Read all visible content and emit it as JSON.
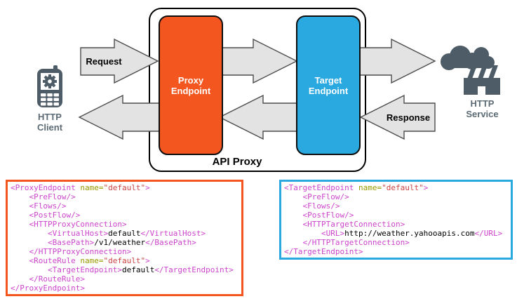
{
  "colors": {
    "proxy_orange": "#F4561F",
    "target_blue": "#29A9E0",
    "arrow_fill": "#E3E3E3",
    "arrow_stroke": "#4C4C4C",
    "icon_gray": "#4D5C66",
    "icon_label_gray": "#5C6B74",
    "code_tag": "#CC44CC",
    "code_attr": "#999900",
    "code_value": "#CC4444",
    "code_text": "#000000"
  },
  "diagram": {
    "api_proxy_label": "API Proxy",
    "proxy_endpoint_label": "Proxy\nEndpoint",
    "target_endpoint_label": "Target\nEndpoint",
    "request_label": "Request",
    "response_label": "Response",
    "http_client_label": "HTTP\nClient",
    "http_service_label": "HTTP\nService",
    "icons": {
      "client": "mobile-phone-gear-icon",
      "service": "factory-smoke-cloud-icon"
    }
  },
  "code_blocks": [
    {
      "name": "proxy-endpoint-xml",
      "accent": "proxy_orange",
      "lines": [
        [
          {
            "c": "tag",
            "t": "<ProxyEndpoint "
          },
          {
            "c": "attr",
            "t": "name="
          },
          {
            "c": "val",
            "t": "\"default\""
          },
          {
            "c": "tag",
            "t": ">"
          }
        ],
        [
          {
            "c": "tag",
            "t": "    <PreFlow/>"
          }
        ],
        [
          {
            "c": "tag",
            "t": "    <Flows/>"
          }
        ],
        [
          {
            "c": "tag",
            "t": "    <PostFlow/>"
          }
        ],
        [
          {
            "c": "tag",
            "t": "    <HTTPProxyConnection>"
          }
        ],
        [
          {
            "c": "tag",
            "t": "        <VirtualHost>"
          },
          {
            "c": "text",
            "t": "default"
          },
          {
            "c": "tag",
            "t": "</VirtualHost>"
          }
        ],
        [
          {
            "c": "tag",
            "t": "        <BasePath>"
          },
          {
            "c": "text",
            "t": "/v1/weather"
          },
          {
            "c": "tag",
            "t": "</BasePath>"
          }
        ],
        [
          {
            "c": "tag",
            "t": "    </HTTPProxyConnection>"
          }
        ],
        [
          {
            "c": "tag",
            "t": "    <RouteRule "
          },
          {
            "c": "attr",
            "t": "name="
          },
          {
            "c": "val",
            "t": "\"default\""
          },
          {
            "c": "tag",
            "t": ">"
          }
        ],
        [
          {
            "c": "tag",
            "t": "        <TargetEndpoint>"
          },
          {
            "c": "text",
            "t": "default"
          },
          {
            "c": "tag",
            "t": "</TargetEndpoint>"
          }
        ],
        [
          {
            "c": "tag",
            "t": "    </RouteRule>"
          }
        ],
        [
          {
            "c": "tag",
            "t": "</ProxyEndpoint>"
          }
        ]
      ]
    },
    {
      "name": "target-endpoint-xml",
      "accent": "target_blue",
      "lines": [
        [
          {
            "c": "tag",
            "t": "<TargetEndpoint "
          },
          {
            "c": "attr",
            "t": "name="
          },
          {
            "c": "val",
            "t": "\"default\""
          },
          {
            "c": "tag",
            "t": ">"
          }
        ],
        [
          {
            "c": "tag",
            "t": "    <PreFlow/>"
          }
        ],
        [
          {
            "c": "tag",
            "t": "    <Flows/>"
          }
        ],
        [
          {
            "c": "tag",
            "t": "    <PostFlow/>"
          }
        ],
        [
          {
            "c": "tag",
            "t": "    <HTTPTargetConnection>"
          }
        ],
        [
          {
            "c": "tag",
            "t": "        <URL>"
          },
          {
            "c": "text",
            "t": "http://weather.yahooapis.com"
          },
          {
            "c": "tag",
            "t": "</URL>"
          }
        ],
        [
          {
            "c": "tag",
            "t": "    </HTTPTargetConnection>"
          }
        ],
        [
          {
            "c": "tag",
            "t": "</TargetEndpoint>"
          }
        ]
      ]
    }
  ]
}
